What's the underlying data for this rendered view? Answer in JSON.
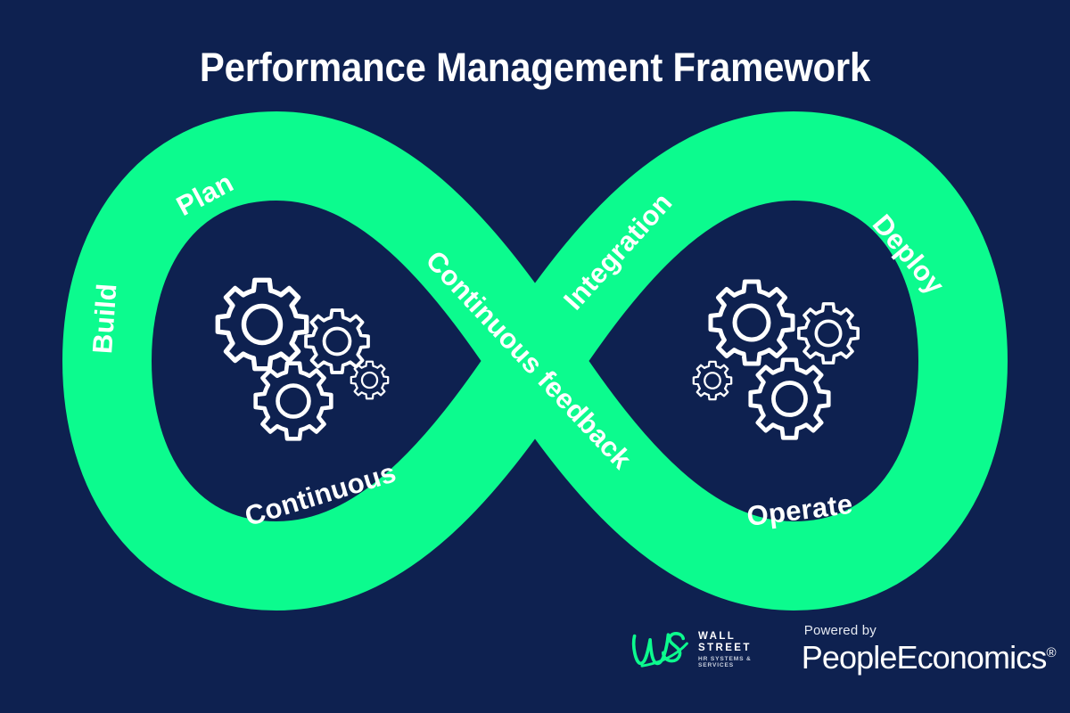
{
  "page": {
    "title": "Performance Management Framework",
    "background_color": "#0e2150",
    "accent_color": "#0cfb8e",
    "text_color": "#ffffff"
  },
  "diagram": {
    "type": "infinity-loop",
    "shape_color": "#0cfb8e",
    "labels": {
      "plan": "Plan",
      "build": "Build",
      "continuous": "Continuous",
      "continuous_feedback": "Continuous feedback",
      "integration": "Integration",
      "deploy": "Deploy",
      "operate": "Operate"
    },
    "left_lobe_icons": [
      "gear-icon",
      "gear-icon",
      "gear-icon",
      "gear-icon"
    ],
    "right_lobe_icons": [
      "gear-icon",
      "gear-icon",
      "gear-icon",
      "gear-icon"
    ]
  },
  "footer": {
    "brand": {
      "monogram": "WS",
      "name": "WALL STREET",
      "tagline": "HR SYSTEMS & SERVICES",
      "monogram_color": "#0cfb8e"
    },
    "partner": {
      "prefix": "Powered by",
      "name": "PeopleEconomics",
      "registered_mark": "®"
    }
  }
}
